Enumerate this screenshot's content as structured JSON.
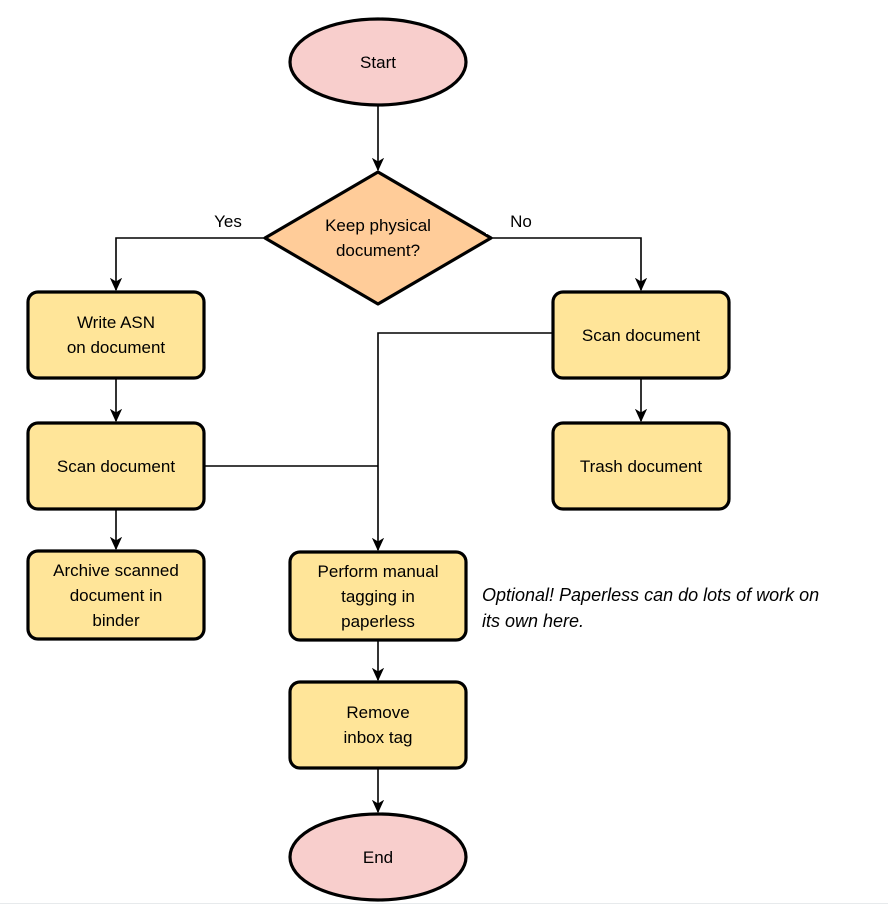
{
  "colors": {
    "terminator_fill": "#F8CECC",
    "decision_fill": "#FFCC99",
    "process_fill": "#FFE599",
    "stroke": "#000000"
  },
  "nodes": {
    "start": {
      "label": "Start",
      "type": "terminator"
    },
    "decision": {
      "label": "Keep physical\ndocument?",
      "type": "decision"
    },
    "write_asn": {
      "label": "Write ASN\non document",
      "type": "process"
    },
    "scan_left": {
      "label": "Scan document",
      "type": "process"
    },
    "archive": {
      "label": "Archive scanned\ndocument in\nbinder",
      "type": "process"
    },
    "scan_right": {
      "label": "Scan document",
      "type": "process"
    },
    "trash": {
      "label": "Trash document",
      "type": "process"
    },
    "perform_tagging": {
      "label": "Perform manual\ntagging in\npaperless",
      "type": "process"
    },
    "remove_inbox": {
      "label": "Remove\ninbox tag",
      "type": "process"
    },
    "end": {
      "label": "End",
      "type": "terminator"
    }
  },
  "edge_labels": {
    "yes": "Yes",
    "no": "No"
  },
  "annotation": {
    "text": "Optional! Paperless can do lots of work on\nits own here."
  }
}
